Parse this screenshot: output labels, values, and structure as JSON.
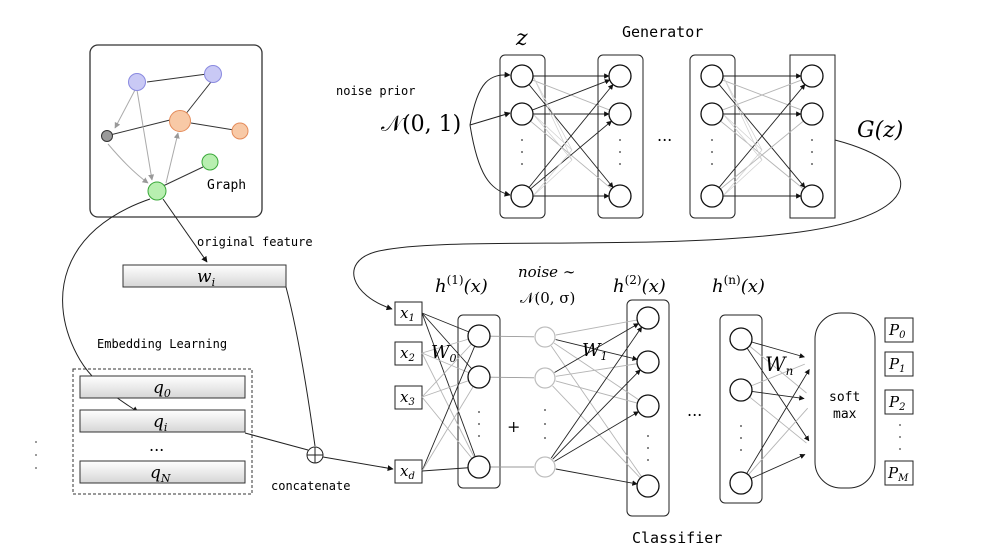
{
  "labels": {
    "generator": "Generator",
    "noise_prior": "noise prior",
    "normal_prior": "𝒩(0, 1)",
    "z": "z",
    "gz": "G(z)",
    "graph": "Graph",
    "original_feature": "original feature",
    "wi": "w",
    "wi_sub": "i",
    "embedding_learning": "Embedding Learning",
    "q0": "q",
    "q0_sub": "0",
    "qi": "q",
    "qi_sub": "i",
    "q_dots": "...",
    "qN": "q",
    "qN_sub": "N",
    "concatenate": "concatenate",
    "x1": "x",
    "x1_sub": "1",
    "x2": "x",
    "x2_sub": "2",
    "x3": "x",
    "x3_sub": "3",
    "xd": "x",
    "xd_sub": "d",
    "h1": "h",
    "h1_sup": "(1)",
    "h1_arg": "(x)",
    "h2": "h",
    "h2_sup": "(2)",
    "h2_arg": "(x)",
    "hn": "h",
    "hn_sup": "(n)",
    "hn_arg": "(x)",
    "noise_line1": "noise ∼",
    "noise_line2": "𝒩(0, σ)",
    "W0": "W",
    "W0_sub": "0",
    "W1": "W",
    "W1_sub": "1",
    "Wn": "W",
    "Wn_sub": "n",
    "plus": "+",
    "softmax_line1": "soft",
    "softmax_line2": "max",
    "P0": "P",
    "P0_sub": "0",
    "P1": "P",
    "P1_sub": "1",
    "P2": "P",
    "P2_sub": "2",
    "PM": "P",
    "PM_sub": "M",
    "classifier": "Classifier",
    "ellipsis_gen": "...",
    "ellipsis_cls": "..."
  },
  "colors": {
    "stroke": "#111111",
    "light_edge": "#a8a8a8",
    "graph_blue": "#c9c9f5",
    "graph_blue_stroke": "#8a8ae0",
    "graph_orange": "#f8c9a6",
    "graph_orange_stroke": "#e48b5a",
    "graph_green": "#b8efb0",
    "graph_green_stroke": "#3aa83a",
    "graph_gray": "#9a9a9a",
    "noise_node": "#bdbdbd"
  }
}
